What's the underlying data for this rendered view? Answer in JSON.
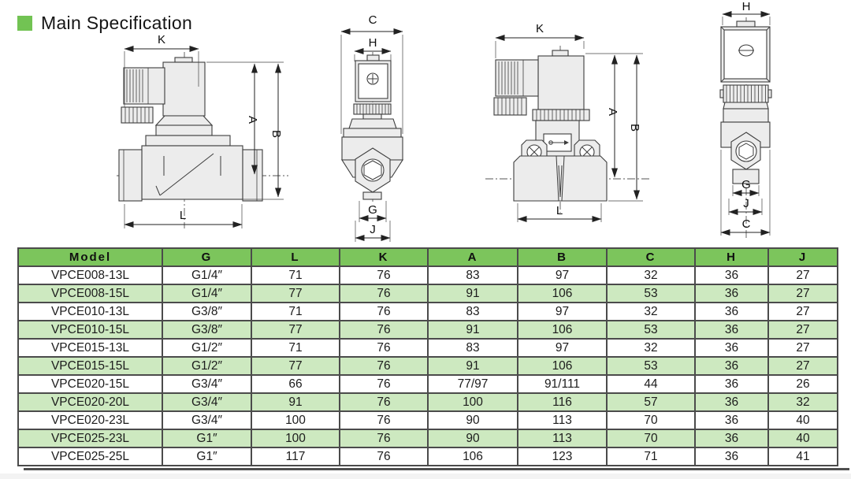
{
  "title": "Main Specification",
  "colors": {
    "accent_green": "#72c353",
    "table_header_bg": "#7cc55c",
    "table_alt_row_bg": "#cde9c0",
    "table_border": "#4b4b4b"
  },
  "drawings": [
    {
      "name": "valve-side-view-1",
      "labels": {
        "k": "K",
        "a": "A",
        "b": "B",
        "l": "L"
      }
    },
    {
      "name": "valve-front-view-1",
      "labels": {
        "c": "C",
        "h": "H",
        "g": "G",
        "j": "J"
      }
    },
    {
      "name": "valve-side-view-2",
      "labels": {
        "k": "K",
        "a": "A",
        "b": "B",
        "l": "L"
      }
    },
    {
      "name": "valve-front-view-2",
      "labels": {
        "h": "H",
        "g": "G",
        "j": "J",
        "c": "C"
      }
    }
  ],
  "table": {
    "headers": [
      "Model",
      "G",
      "L",
      "K",
      "A",
      "B",
      "C",
      "H",
      "J"
    ],
    "rows": [
      [
        "VPCE008-13L",
        "G1/4″",
        "71",
        "76",
        "83",
        "97",
        "32",
        "36",
        "27"
      ],
      [
        "VPCE008-15L",
        "G1/4″",
        "77",
        "76",
        "91",
        "106",
        "53",
        "36",
        "27"
      ],
      [
        "VPCE010-13L",
        "G3/8″",
        "71",
        "76",
        "83",
        "97",
        "32",
        "36",
        "27"
      ],
      [
        "VPCE010-15L",
        "G3/8″",
        "77",
        "76",
        "91",
        "106",
        "53",
        "36",
        "27"
      ],
      [
        "VPCE015-13L",
        "G1/2″",
        "71",
        "76",
        "83",
        "97",
        "32",
        "36",
        "27"
      ],
      [
        "VPCE015-15L",
        "G1/2″",
        "77",
        "76",
        "91",
        "106",
        "53",
        "36",
        "27"
      ],
      [
        "VPCE020-15L",
        "G3/4″",
        "66",
        "76",
        "77/97",
        "91/111",
        "44",
        "36",
        "26"
      ],
      [
        "VPCE020-20L",
        "G3/4″",
        "91",
        "76",
        "100",
        "116",
        "57",
        "36",
        "32"
      ],
      [
        "VPCE020-23L",
        "G3/4″",
        "100",
        "76",
        "90",
        "113",
        "70",
        "36",
        "40"
      ],
      [
        "VPCE025-23L",
        "G1″",
        "100",
        "76",
        "90",
        "113",
        "70",
        "36",
        "40"
      ],
      [
        "VPCE025-25L",
        "G1″",
        "117",
        "76",
        "106",
        "123",
        "71",
        "36",
        "41"
      ]
    ]
  }
}
